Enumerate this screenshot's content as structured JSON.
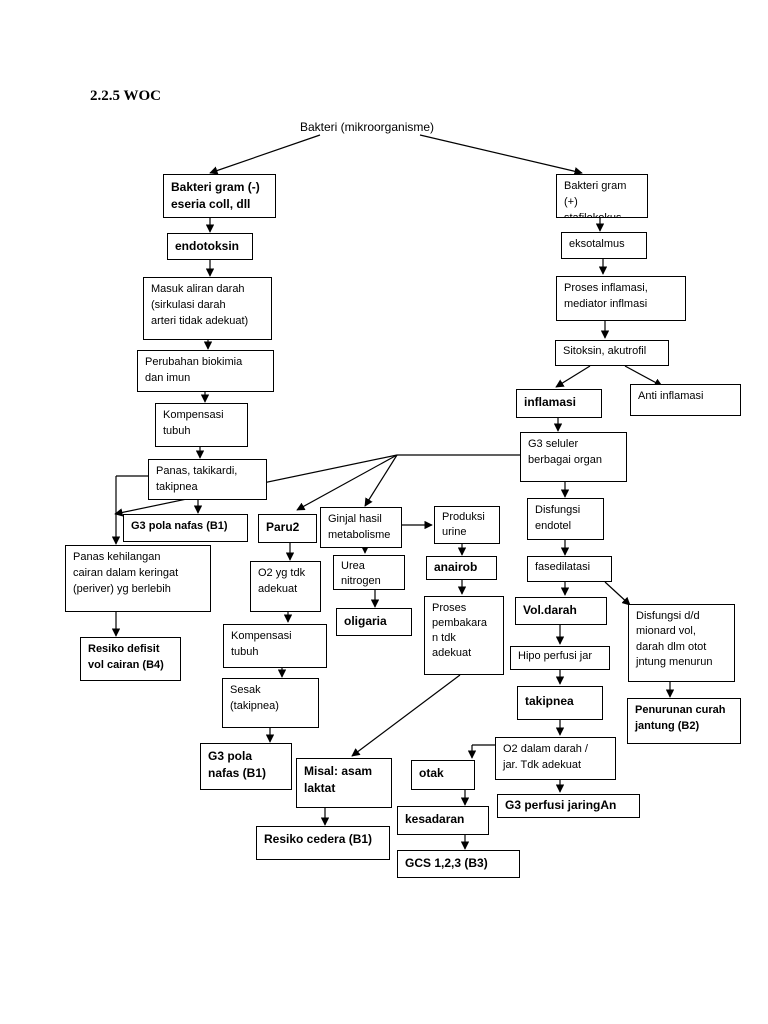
{
  "heading": "2.2.5 WOC",
  "root": "Bakteri (mikroorganisme)",
  "nodes": {
    "gram_neg": "Bakteri gram (-)\neseria coll, dll",
    "endotoksin": "endotoksin",
    "aliran_darah": "Masuk aliran darah\n(sirkulasi darah\narteri tidak adekuat)",
    "biokimia": "Perubahan biokimia\ndan imun",
    "kompensasi1": "Kompensasi\ntubuh",
    "panas": "Panas, takikardi,\ntakipnea",
    "g3_pola_nafas_top": "G3 pola nafas (B1)",
    "panas_kehilangan": "Panas kehilangan\ncairan dalam keringat\n(periver) yg berlebih",
    "resiko_defisit": "Resiko defisit\nvol cairan (B4)",
    "paru2": "Paru2",
    "o2_tdk": "O2 yg tdk\nadekuat",
    "kompensasi2": "Kompensasi\ntubuh",
    "sesak": "Sesak\n(takipnea)",
    "g3_pola_nafas_bottom": "G3 pola\nnafas (B1)",
    "ginjal": "Ginjal hasil\nmetabolisme",
    "urea": "Urea\nnitrogen",
    "oligaria": "oligaria",
    "produksi_urine": "Produksi\nurine",
    "anairob": "anairob",
    "proses_pembakaran": "Proses\npembakara\nn tdk\nadekuat",
    "asam_laktat": "Misal: asam\nlaktat",
    "resiko_cedera": "Resiko cedera (B1)",
    "gram_pos": "Bakteri gram (+)\nstafilokokus",
    "eksotalmus": "eksotalmus",
    "proses_inflamasi": "Proses inflamasi,\nmediator inflmasi",
    "sitoksin": "Sitoksin, akutrofil",
    "inflamasi": "inflamasi",
    "anti_inflamasi": "Anti inflamasi",
    "g3_seluler": "G3 seluler\nberbagai organ",
    "disfungsi_endotel": "Disfungsi\nendotel",
    "fasedilatasi": "fasedilatasi",
    "vol_darah": "Vol.darah",
    "hipo_perfusi": "Hipo perfusi jar",
    "takipnea": "takipnea",
    "o2_dalam_darah": "O2 dalam darah /\njar. Tdk adekuat",
    "g3_perfusi": "G3 perfusi jaringAn",
    "otak": "otak",
    "kesadaran": "kesadaran",
    "gcs": "GCS 1,2,3 (B3)",
    "disfungsi_dd": "Disfungsi d/d\nmionard vol,\ndarah dlm otot\njntung menurun",
    "penurunan_curah": "Penurunan curah\njantung (B2)"
  }
}
